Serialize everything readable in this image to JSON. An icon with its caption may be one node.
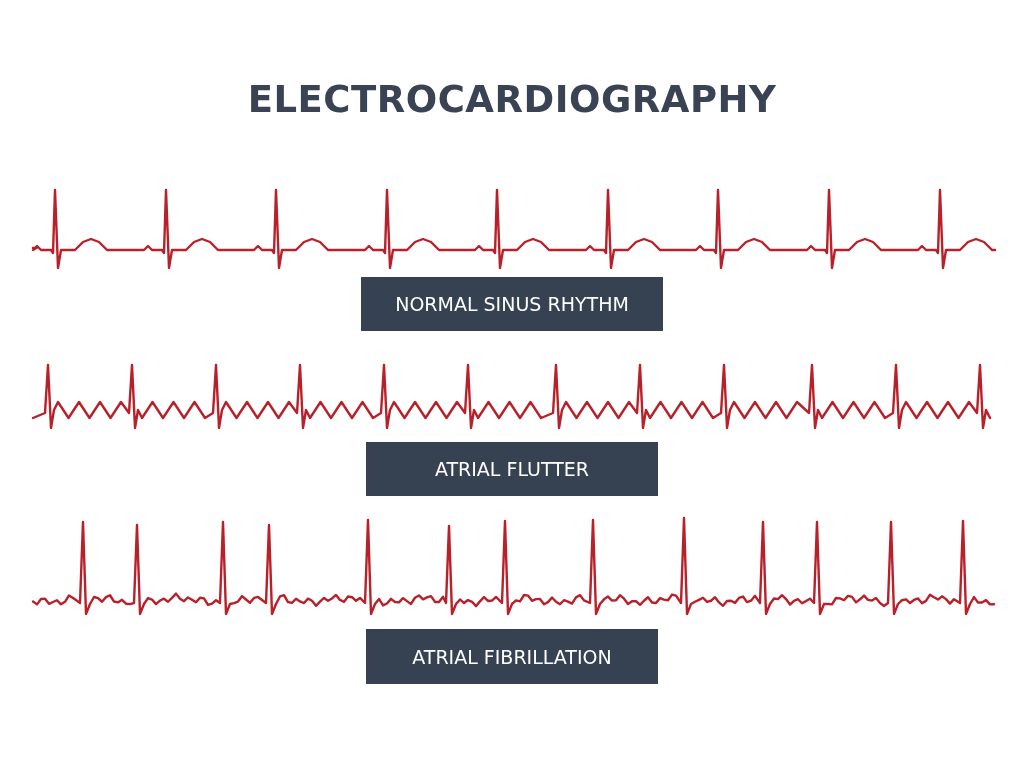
{
  "diagram": {
    "title": "ELECTROCARDIOGRAPHY",
    "nodes": [
      {
        "text": [
          "NORMAL SINUS RHYTHM"
        ]
      },
      {
        "text": [
          "ATRIAL FLUTTER"
        ]
      },
      {
        "text": [
          "ATRIAL FIBRILLATION"
        ]
      }
    ]
  }
}
